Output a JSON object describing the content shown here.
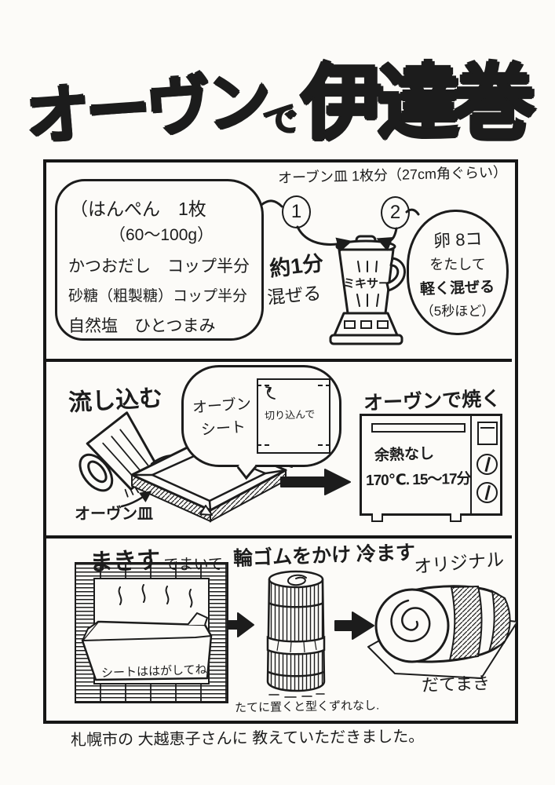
{
  "colors": {
    "ink": "#1c1c1c",
    "paper": "#fcfbf8"
  },
  "title": {
    "part1": "オーヴン",
    "part2": "で",
    "part3": "伊達巻"
  },
  "panel1": {
    "header": "オーブン皿 1枚分（27cm角ぐらい）",
    "ingredients": [
      "（はんぺん　1枚",
      "（60〜100g）",
      "かつおだし　コップ半分",
      "砂糖（粗製糖）コップ半分",
      "自然塩　ひとつまみ"
    ],
    "step1": "1",
    "step2": "2",
    "mix_note_line1": "約1分",
    "mix_note_line2": "混ぜる",
    "blender_label": "ミキサー",
    "egg_bubble": [
      "卵 8コ",
      "をたして",
      "軽く混ぜる",
      "（5秒ほど）"
    ]
  },
  "panel2": {
    "pour_label": "流し込む",
    "tray_label": "オーヴン皿",
    "sheet_bubble": {
      "label_line1": "オーブン",
      "label_line2": "シート",
      "note": "切り込んで"
    },
    "bake_label": "オーヴンで焼く",
    "oven_line1": "余熱なし",
    "oven_line2": "170℃. 15〜17分"
  },
  "panel3": {
    "mat_label_bold": "まきす",
    "mat_label_rest": "でまいて",
    "sheet_note": "シートははがしてね",
    "band_label": "輪ゴムをかけ 冷ます",
    "stand_note": "たてに置くと型くずれなし.",
    "original_label": "オリジナル",
    "roll_label": "だてまき"
  },
  "footer": {
    "credit": "札幌市の 大越恵子さんに 教えていただきました。"
  }
}
